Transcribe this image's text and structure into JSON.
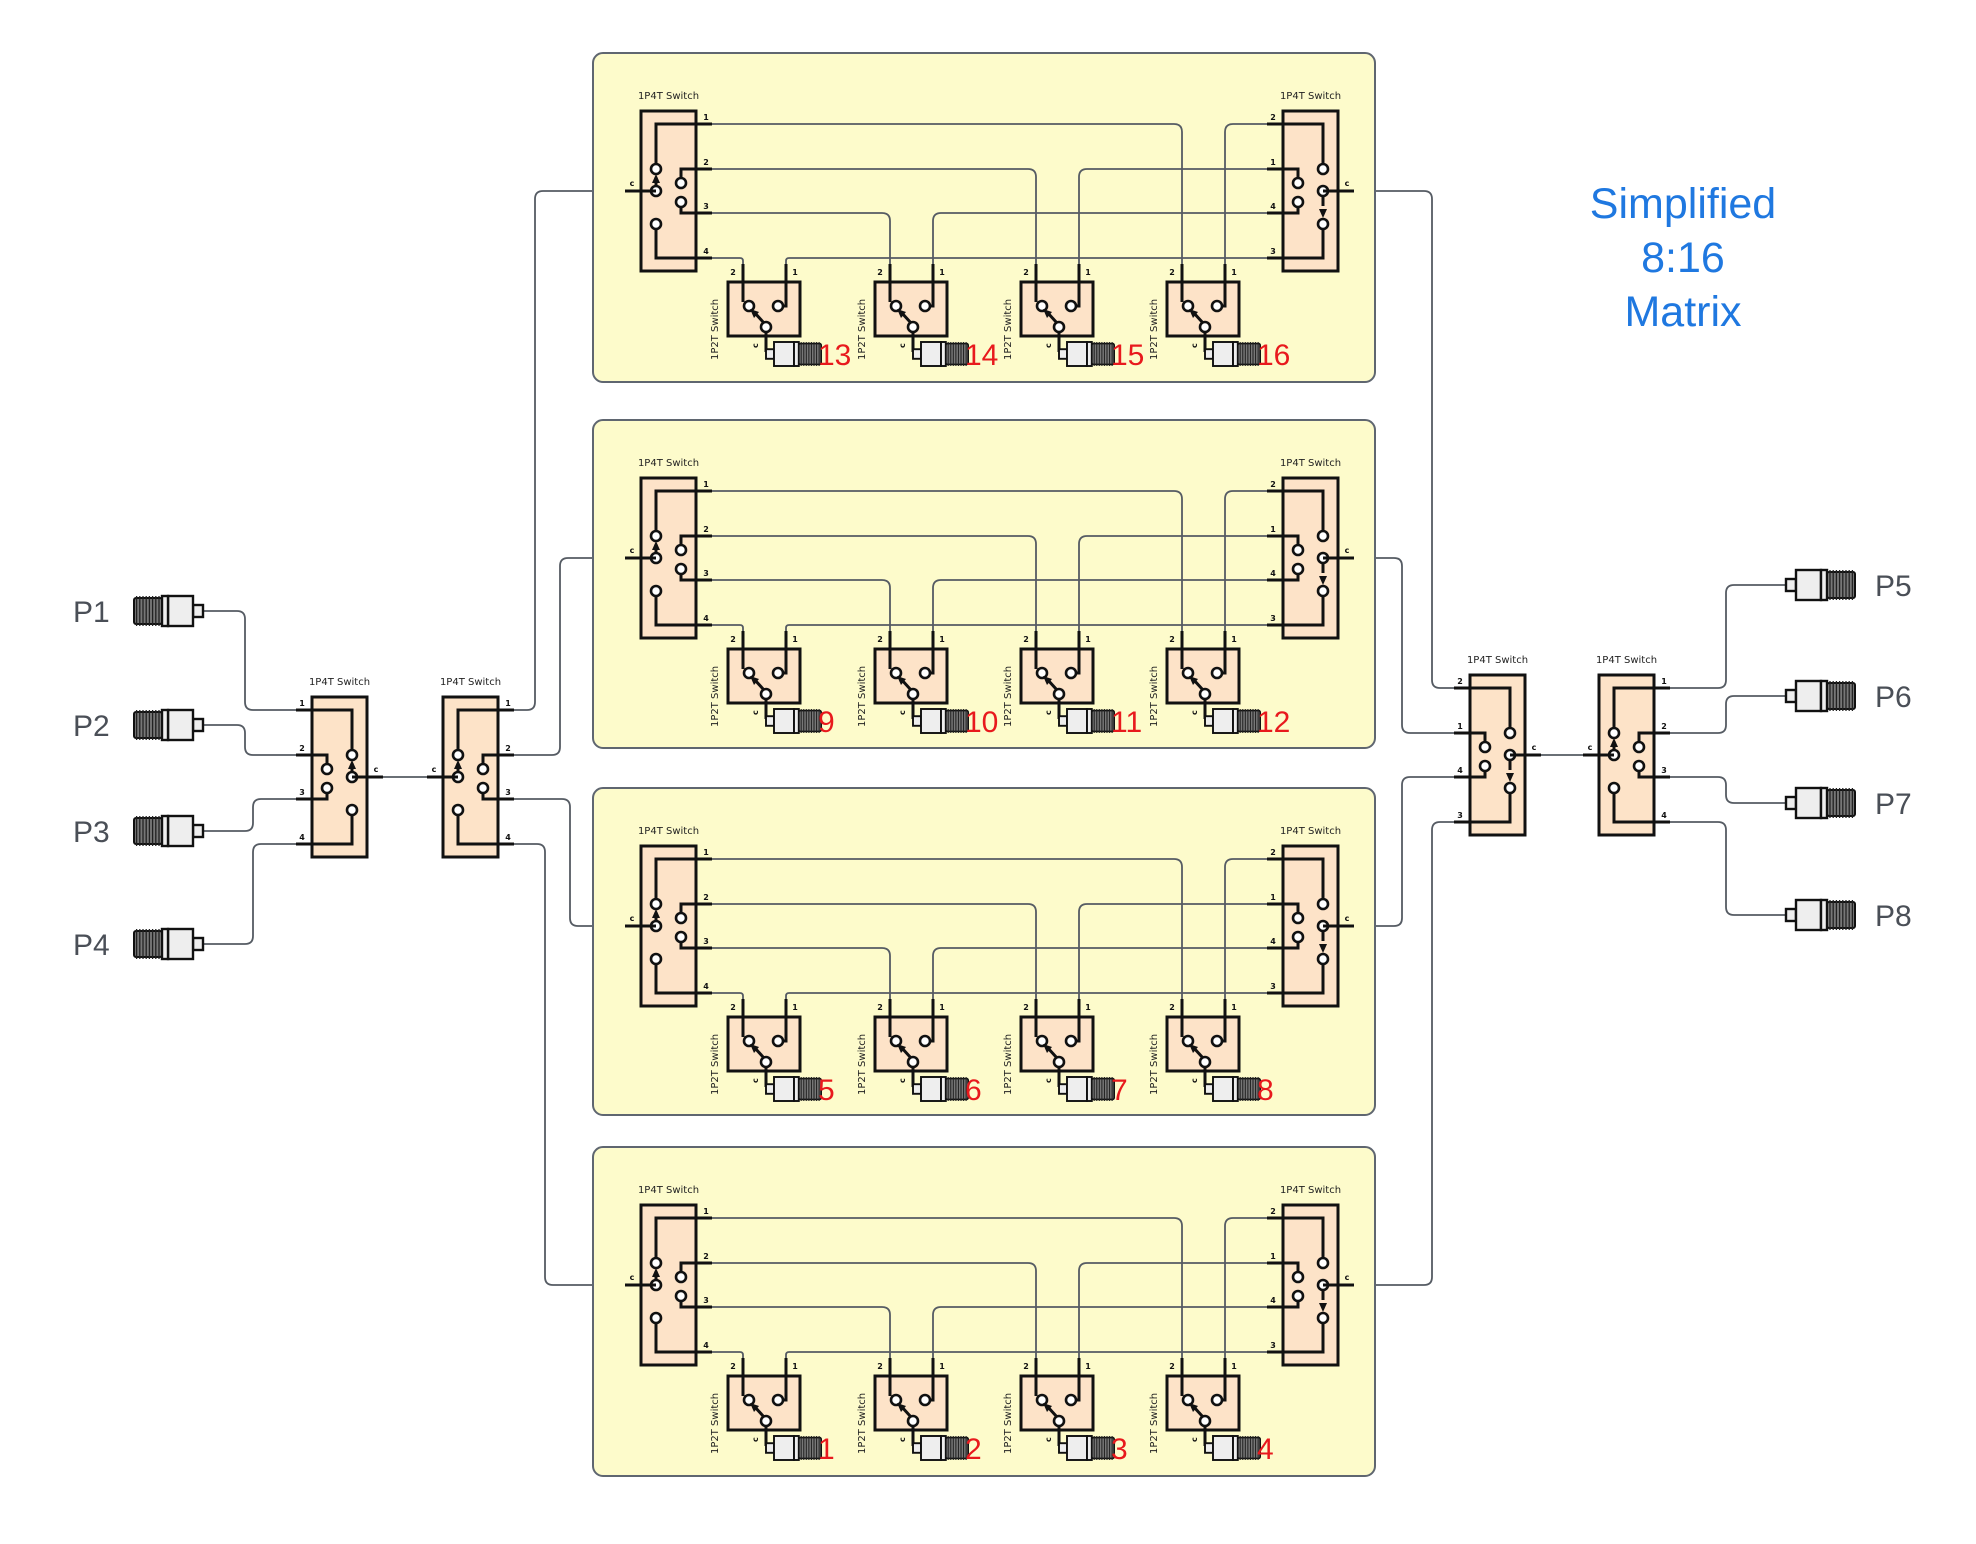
{
  "title": {
    "lines": [
      "Simplified",
      "8:16",
      "Matrix"
    ],
    "color": "#1f78e0"
  },
  "colors": {
    "panel_fill": "#fdfbcb",
    "switch_fill": "#fde3c8",
    "output_number": "#e8191d",
    "wire": "#555b63"
  },
  "labels": {
    "switch_1p4t": "1P4T Switch",
    "switch_1p2t": "1P2T Switch",
    "common": "c",
    "pin_1": "1",
    "pin_2": "2",
    "pin_3": "3",
    "pin_4": "4"
  },
  "input_ports": [
    {
      "label": "P1",
      "icon": "sma-connector-icon"
    },
    {
      "label": "P2",
      "icon": "sma-connector-icon"
    },
    {
      "label": "P3",
      "icon": "sma-connector-icon"
    },
    {
      "label": "P4",
      "icon": "sma-connector-icon"
    }
  ],
  "output_ports": [
    {
      "label": "P5",
      "icon": "sma-connector-icon"
    },
    {
      "label": "P6",
      "icon": "sma-connector-icon"
    },
    {
      "label": "P7",
      "icon": "sma-connector-icon"
    },
    {
      "label": "P8",
      "icon": "sma-connector-icon"
    }
  ],
  "left_switches": [
    {
      "label": "1P4T Switch",
      "role": "input-combiner",
      "left_pins": [
        "1",
        "2",
        "3",
        "4"
      ],
      "right_pin": "c"
    },
    {
      "label": "1P4T Switch",
      "role": "panel-selector",
      "left_pin": "c",
      "right_pins": [
        "1",
        "2",
        "3",
        "4"
      ]
    }
  ],
  "right_switches": [
    {
      "label": "1P4T Switch",
      "role": "panel-combiner",
      "left_pins": [
        "2",
        "1",
        "4",
        "3"
      ],
      "right_pin": "c"
    },
    {
      "label": "1P4T Switch",
      "role": "output-selector",
      "left_pin": "c",
      "right_pins": [
        "1",
        "2",
        "3",
        "4"
      ]
    }
  ],
  "panels": [
    {
      "name": "panel-top",
      "outputs": [
        "13",
        "14",
        "15",
        "16"
      ]
    },
    {
      "name": "panel-upper-middle",
      "outputs": [
        "9",
        "10",
        "11",
        "12"
      ]
    },
    {
      "name": "panel-lower-middle",
      "outputs": [
        "5",
        "6",
        "7",
        "8"
      ]
    },
    {
      "name": "panel-bottom",
      "outputs": [
        "1",
        "2",
        "3",
        "4"
      ]
    }
  ],
  "panel_switches": {
    "left": {
      "label": "1P4T Switch",
      "pins": [
        "1",
        "2",
        "3",
        "4"
      ],
      "common": "c"
    },
    "right": {
      "label": "1P4T Switch",
      "pins": [
        "2",
        "1",
        "4",
        "3"
      ],
      "common": "c"
    },
    "sp2t": {
      "label": "1P2T Switch",
      "pins": [
        "2",
        "1"
      ],
      "common": "c"
    }
  }
}
